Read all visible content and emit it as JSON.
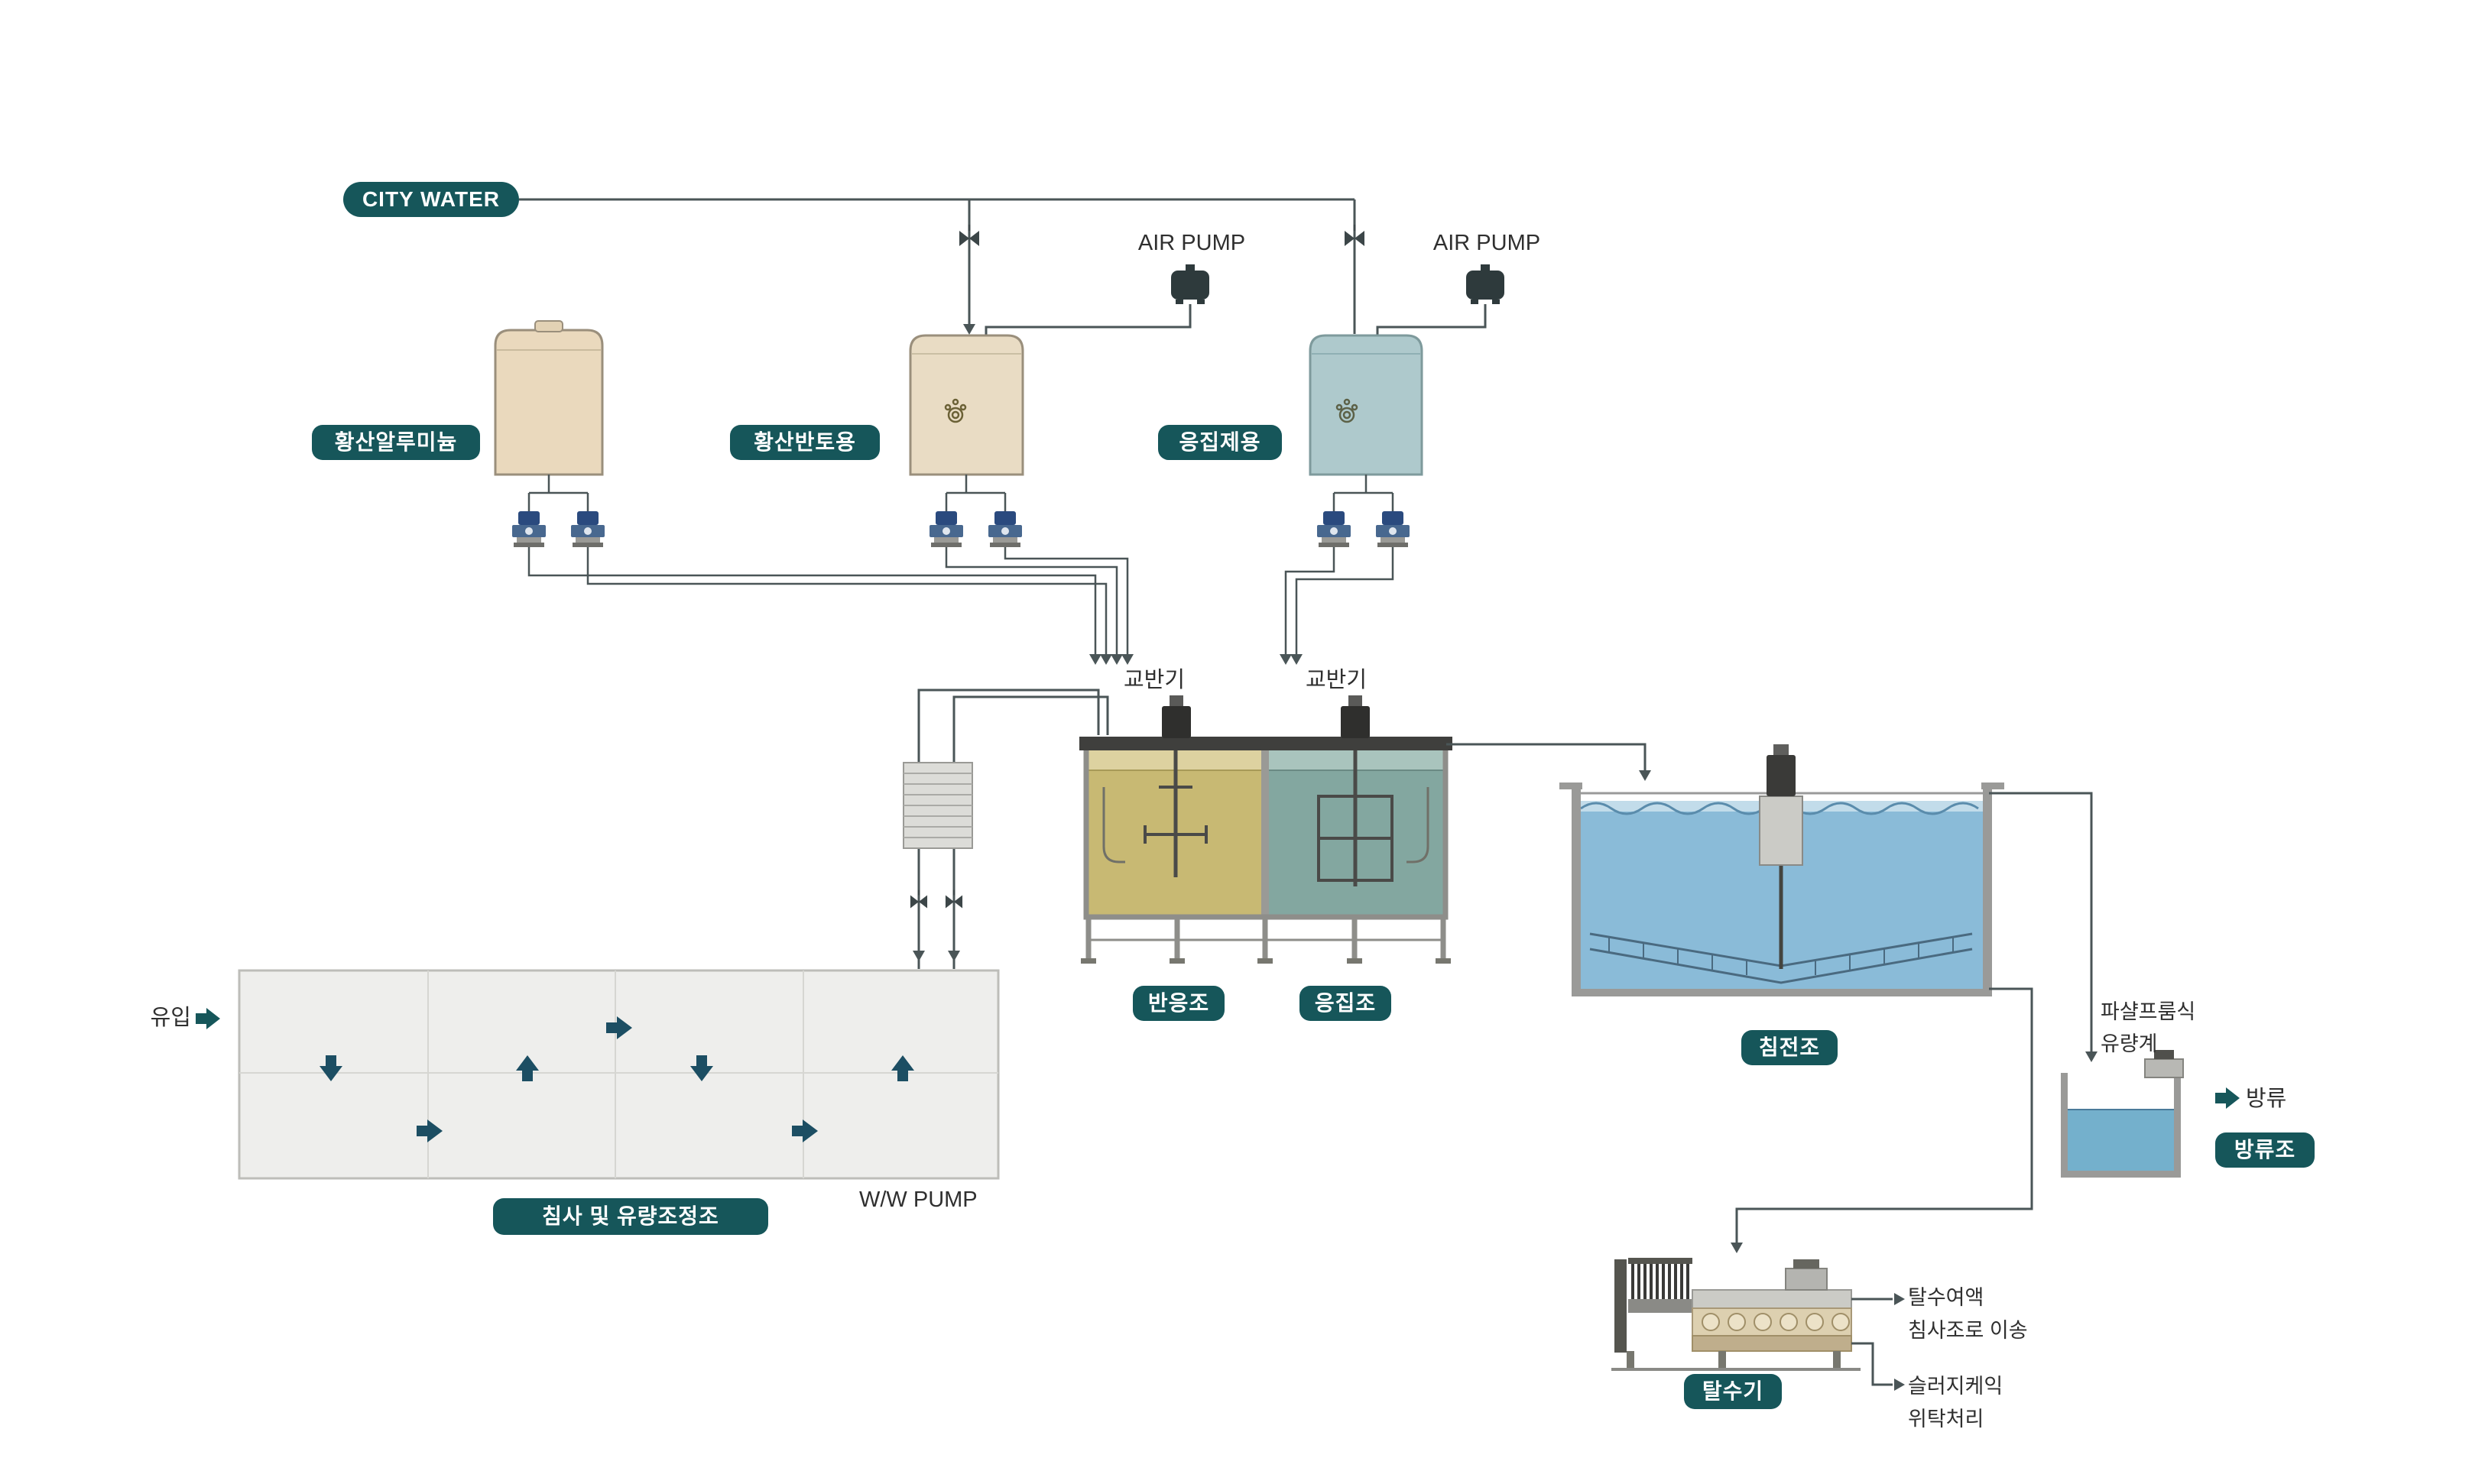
{
  "badges": {
    "city_water": "CITY WATER",
    "alum": "황산알루미늄",
    "alum_solution": "황산반토용",
    "coagulant": "응집제용",
    "reaction_tank": "반응조",
    "coagulation_tank": "응집조",
    "sedimentation_tank": "침전조",
    "grit_flow_tank": "침사 및 유량조정조",
    "discharge_tank": "방류조",
    "dewaterer": "탈수기"
  },
  "labels": {
    "air_pump_left": "AIR PUMP",
    "air_pump_right": "AIR PUMP",
    "agitator_left": "교반기",
    "agitator_right": "교반기",
    "ww_pump": "W/W PUMP",
    "inflow": "유입",
    "discharge": "방류",
    "flume_line1": "파샬프룸식",
    "flume_line2": "유량계",
    "filtrate_line1": "탈수여액",
    "filtrate_line2": "침사조로 이송",
    "sludge_line1": "슬러지케익",
    "sludge_line2": "위탁처리"
  },
  "colors": {
    "badge_bg": "#16565a",
    "badge_text": "#ffffff",
    "pipe_line": "#4a5557",
    "beige_tank": "#ead9bd",
    "blue_tank": "#aec9cc",
    "yellow_liquid": "#c8b973",
    "teal_liquid": "#83a7a0",
    "water_blue": "#8abbd8",
    "pump_blue": "#2a4a7e",
    "flow_arrow": "#1c4e63",
    "basin_fill": "#eeeeec"
  }
}
